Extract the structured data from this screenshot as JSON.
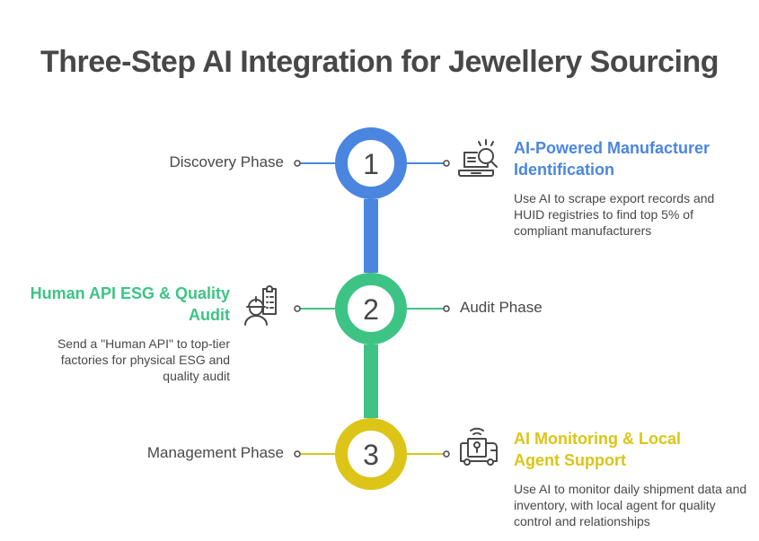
{
  "title": "Three-Step AI Integration for Jewellery Sourcing",
  "colors": {
    "step1": "#4a86e0",
    "step2": "#3dc485",
    "step3": "#dcc517",
    "text": "#484848"
  },
  "steps": [
    {
      "number": "1",
      "phase": "Discovery Phase",
      "heading": "AI-Powered Manufacturer Identification",
      "heading_lines": [
        "AI-Powered Manufacturer",
        "Identification"
      ],
      "description": "Use AI to scrape export records and HUID registries to find top 5% of compliant manufacturers",
      "icon": "laptop-search-icon"
    },
    {
      "number": "2",
      "phase": "Audit Phase",
      "heading": "Human API ESG & Quality Audit",
      "heading_lines": [
        "Human API ESG & Quality",
        "Audit"
      ],
      "description": "Send a \"Human API\" to top-tier factories for physical ESG and quality audit",
      "icon": "worker-clipboard-icon"
    },
    {
      "number": "3",
      "phase": "Management Phase",
      "heading": "AI Monitoring & Local Agent Support",
      "heading_lines": [
        "AI Monitoring & Local",
        "Agent Support"
      ],
      "description": "Use AI to monitor daily shipment data and inventory, with local agent for quality control and relationships",
      "icon": "tracked-truck-icon"
    }
  ]
}
